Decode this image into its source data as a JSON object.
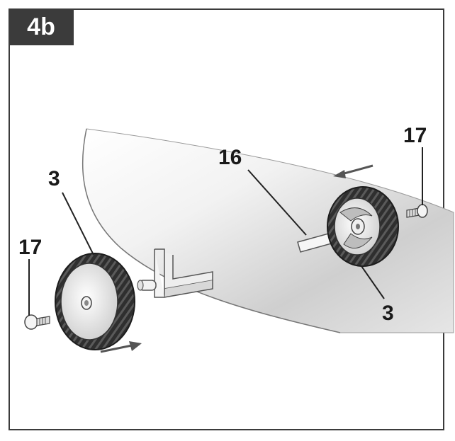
{
  "step": {
    "label": "4b"
  },
  "labels": {
    "left_screw": "17",
    "left_wheel": "3",
    "axle": "16",
    "right_screw": "17",
    "right_wheel": "3"
  },
  "colors": {
    "frame": "#3b3b3b",
    "tire": "#2f2f2f",
    "hub": "#e8e8e8",
    "body_shade": "#cfcfcf"
  }
}
